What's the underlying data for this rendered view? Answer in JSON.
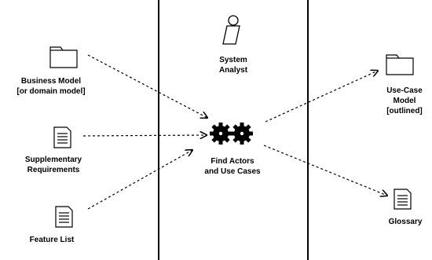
{
  "worker": {
    "name_line1": "System",
    "name_line2": "Analyst",
    "icon": "worker-icon"
  },
  "activity": {
    "name_line1": "Find Actors",
    "name_line2": "and Use Cases",
    "icon": "gears-icon"
  },
  "inputs": [
    {
      "line1": "Business Model",
      "line2": "[or domain model]",
      "icon": "folder-icon"
    },
    {
      "line1": "Supplementary",
      "line2": "Requirements",
      "icon": "document-icon"
    },
    {
      "line1": "Feature List",
      "line2": "",
      "icon": "document-icon"
    }
  ],
  "outputs": [
    {
      "line1": "Use-Case",
      "line2": "Model",
      "line3": "[outlined]",
      "icon": "folder-icon"
    },
    {
      "line1": "Glossary",
      "line2": "",
      "icon": "document-icon"
    }
  ]
}
